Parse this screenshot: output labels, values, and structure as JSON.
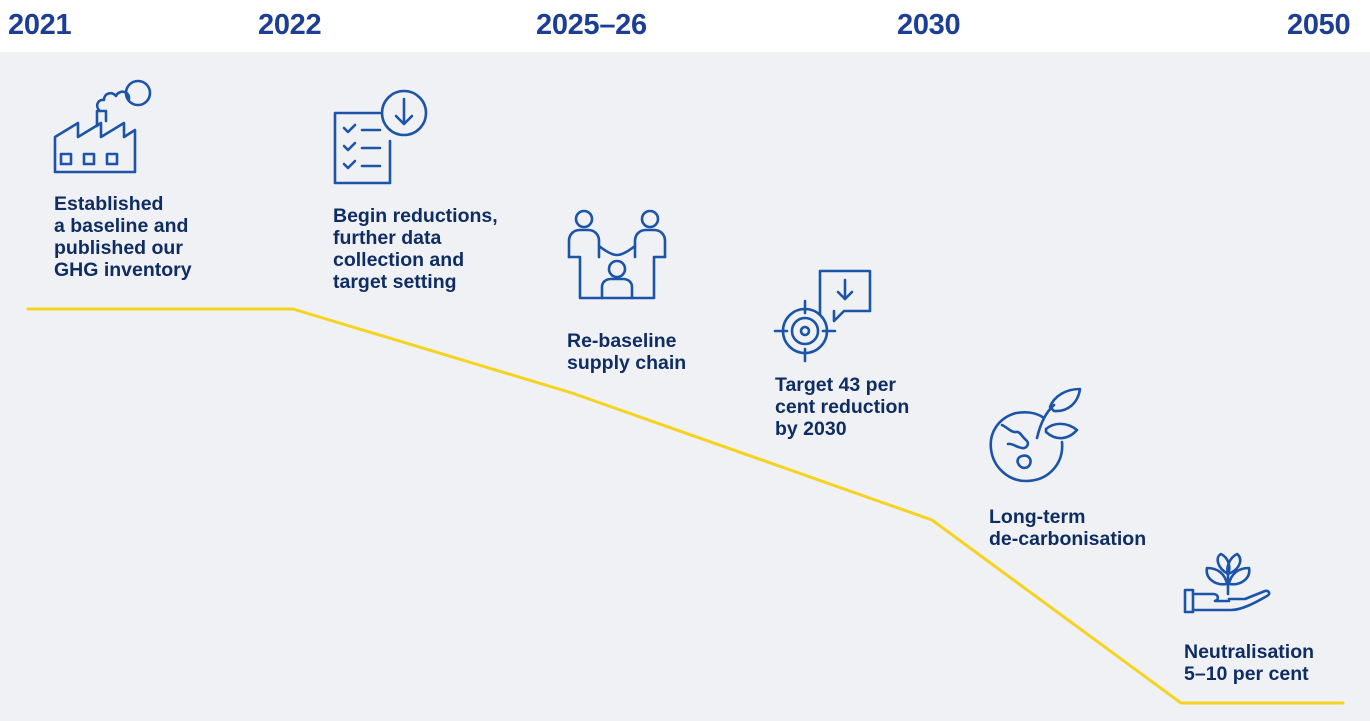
{
  "colors": {
    "year_text": "#1c3f95",
    "label_text": "#0f2d63",
    "icon_stroke": "#1c54a8",
    "trajectory_line": "#f5d31f",
    "panel_background": "#eff1f4"
  },
  "years": [
    "2021",
    "2022",
    "2025–26",
    "2030",
    "2050"
  ],
  "milestones": [
    {
      "icon": "factory-icon",
      "text": "Established\na baseline and\npublished our\nGHG inventory"
    },
    {
      "icon": "checklist-icon",
      "text": "Begin reductions,\nfurther data\ncollection and\ntarget setting"
    },
    {
      "icon": "people-network-icon",
      "text": "Re-baseline\nsupply chain"
    },
    {
      "icon": "target-icon",
      "text": "Target 43 per\ncent reduction\nby 2030"
    },
    {
      "icon": "globe-leaf-icon",
      "text": "Long-term\nde-carbonisation"
    },
    {
      "icon": "hand-plant-icon",
      "text": "Neutralisation\n5–10 per cent"
    }
  ]
}
